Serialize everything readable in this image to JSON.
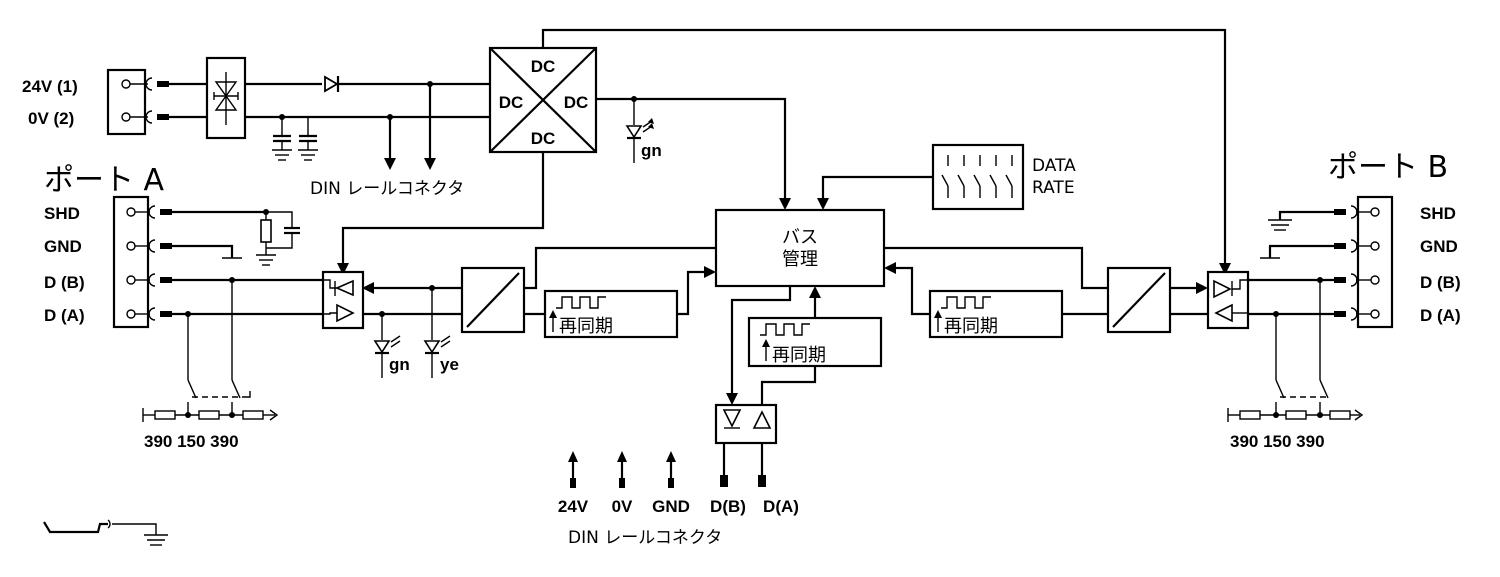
{
  "power": {
    "v24_label": "24V (1)",
    "v0_label": "0V  (2)"
  },
  "dcdc": {
    "top": "DC",
    "left": "DC",
    "right": "DC",
    "bottom": "DC"
  },
  "din_rail_top": "DIN レールコネクタ",
  "din_rail_bottom": "DIN レールコネクタ",
  "led_power": "gn",
  "led_a_gn": "gn",
  "led_a_ye": "ye",
  "port_a": {
    "title": "ポート A",
    "pins": [
      "SHD",
      "GND",
      "D (B)",
      "D (A)"
    ],
    "resistors": "390 150 390"
  },
  "port_b": {
    "title": "ポート B",
    "pins": [
      "SHD",
      "GND",
      "D (B)",
      "D (A)"
    ],
    "resistors": "390 150 390"
  },
  "data_rate": {
    "line1": "DATA",
    "line2": "RATE"
  },
  "bus_mgmt": {
    "line1": "バス",
    "line2": "管理"
  },
  "resync_label": "再同期",
  "bottom_pins": [
    "24V",
    "0V",
    "GND",
    "D(B)",
    "D(A)"
  ]
}
